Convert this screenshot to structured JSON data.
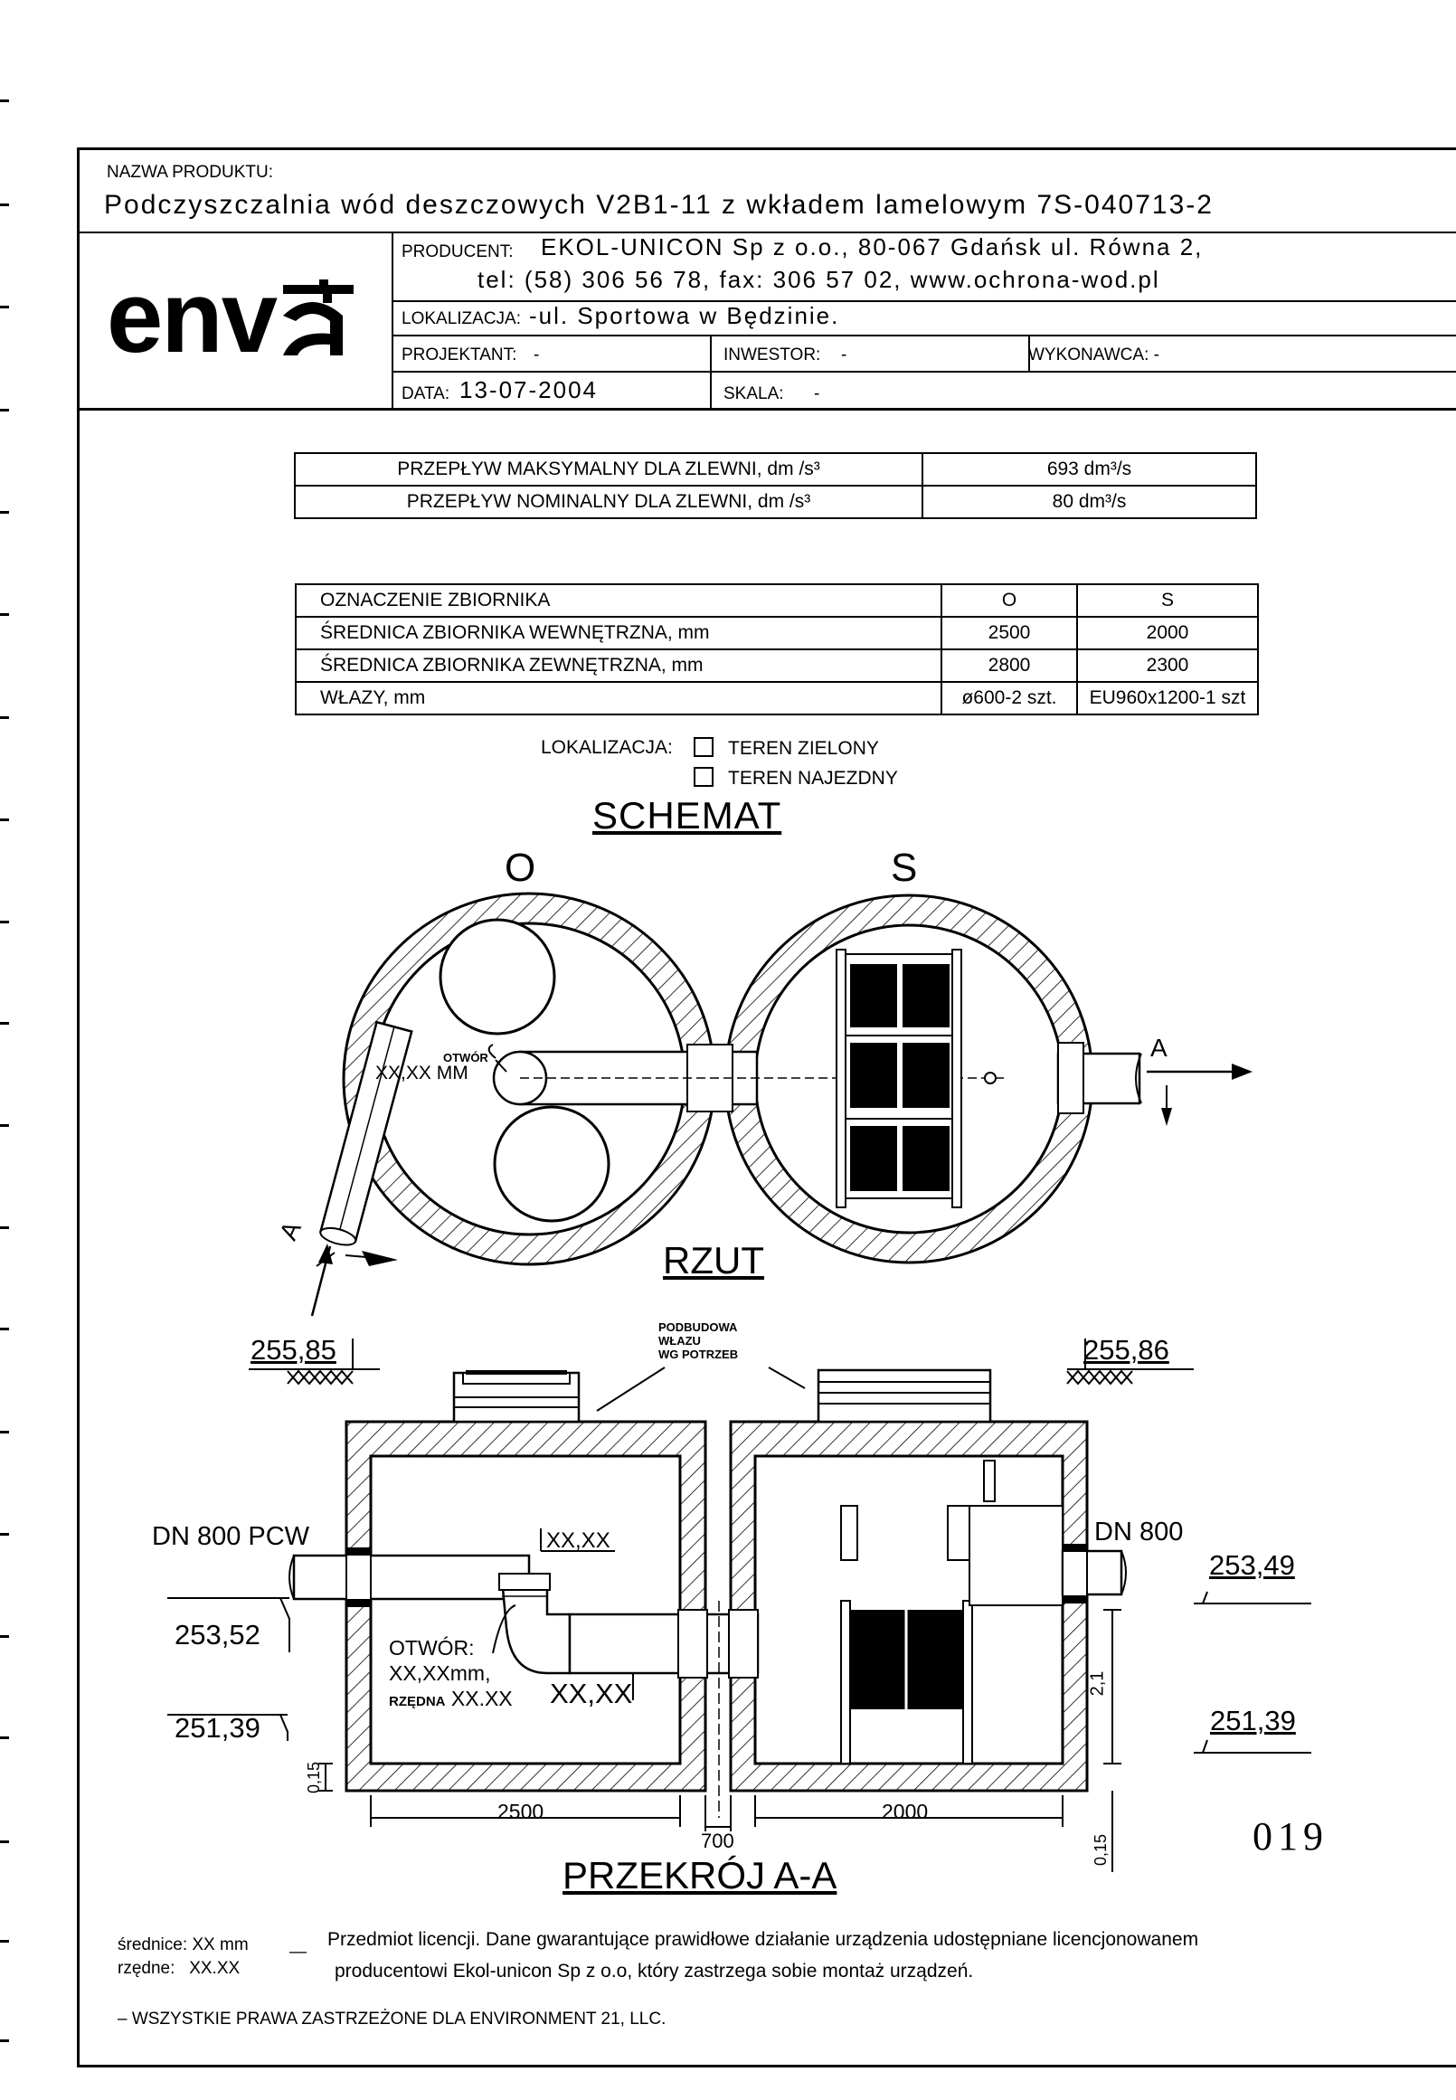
{
  "header": {
    "product_label": "NAZWA PRODUKTU:",
    "product_name": "Podczyszczalnia wód deszczowych V2B1-11 z wkładem lamelowym 7S-040713-2",
    "logo_text": "env",
    "producer_label": "PRODUCENT:",
    "producer_line1": "EKOL-UNICON Sp z o.o., 80-067 Gdańsk ul. Równa 2,",
    "producer_line2": "tel: (58) 306 56 78, fax: 306 57 02, www.ochrona-wod.pl",
    "location_label": "LOKALIZACJA:",
    "location_value": "-ul. Sportowa w Będzinie.",
    "designer_label": "PROJEKTANT:",
    "designer_value": "-",
    "investor_label": "INWESTOR:",
    "investor_value": "-",
    "contractor_label": "WYKONAWCA:",
    "contractor_value": "-",
    "date_label": "DATA:",
    "date_value": "13-07-2004",
    "scale_label": "SKALA:",
    "scale_value": "-"
  },
  "flow_table": {
    "rows": [
      {
        "label": "PRZEPŁYW MAKSYMALNY DLA ZLEWNI, dm /s³",
        "value": "693 dm³/s"
      },
      {
        "label": "PRZEPŁYW NOMINALNY DLA ZLEWNI, dm /s³",
        "value": "80 dm³/s"
      }
    ]
  },
  "tank_table": {
    "header": [
      "OZNACZENIE ZBIORNIKA",
      "O",
      "S"
    ],
    "rows": [
      [
        "ŚREDNICA ZBIORNIKA WEWNĘTRZNA, mm",
        "2500",
        "2000"
      ],
      [
        "ŚREDNICA ZBIORNIKA ZEWNĘTRZNA, mm",
        "2800",
        "2300"
      ],
      [
        "WŁAZY, mm",
        "ø600-2 szt.",
        "EU960x1200-1 szt"
      ]
    ]
  },
  "location": {
    "label": "LOKALIZACJA:",
    "options": [
      "TEREN ZIELONY",
      "TEREN NAJEZDNY"
    ]
  },
  "plan": {
    "title": "SCHEMAT",
    "tank_o": "O",
    "tank_s": "S",
    "opening_label": "OTWÓR",
    "opening_size": "XX,XX MM",
    "section_mark": "A",
    "section_mark2": "A",
    "view_label": "RZUT"
  },
  "section": {
    "left_level_top": "255,85",
    "right_level_top": "255,86",
    "manhole_note1": "PODBUDOWA",
    "manhole_note2": "WŁAZU",
    "manhole_note3": "WG POTRZEB",
    "inlet_label": "DN 800 PCW",
    "outlet_label": "DN 800",
    "inlet_level": "253,52",
    "outlet_level": "253,49",
    "left_bottom_level": "251,39",
    "right_bottom_level": "251,39",
    "elbow_level": "XX,XX",
    "opening1": "OTWÓR:",
    "opening2": "XX,XXmm,",
    "opening3_label": "RZĘDNA",
    "opening3_value": "XX.XX",
    "opening_level": "XX,XX",
    "dim_left": "2500",
    "dim_gap": "700",
    "dim_right": "2000",
    "dim_height": "2,1",
    "dim_slab_left": "0,15",
    "dim_slab_right": "0,15",
    "title": "PRZEKRÓJ A-A",
    "stamp": "019"
  },
  "footer": {
    "legend1": "średnice: XX mm",
    "legend2": "rzędne:   XX.XX",
    "dash": "—",
    "license1": "Przedmiot licencji. Dane gwarantujące prawidłowe działanie urządzenia udostępniane licencjonowanem",
    "license2": "producentowi Ekol-unicon Sp z o.o, który zastrzega sobie montaż urządzeń.",
    "rights": "– WSZYSTKIE PRAWA ZASTRZEŻONE DLA ENVIRONMENT 21, LLC."
  }
}
